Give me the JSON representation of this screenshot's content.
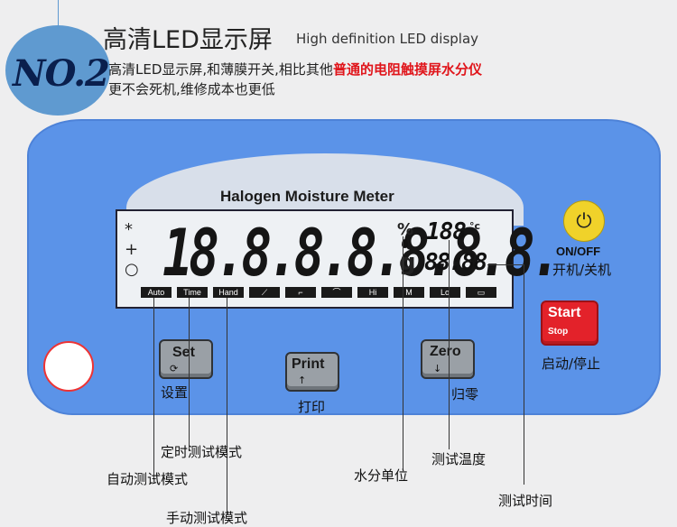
{
  "header": {
    "badge": "NO.2",
    "title_cn": "高清LED显示屏",
    "title_en": "High definition LED display",
    "desc_part1": "高清LED显示屏,和薄膜开关,相比其他",
    "desc_highlight": "普通的电阻触摸屏水分仪",
    "desc_part2": "更不会死机,维修成本也更低"
  },
  "panel": {
    "title": "Halogen Moisture Meter",
    "digits": "18.8.8.8.8.8.8.",
    "percent": "%",
    "gram": "g",
    "temperature": "188",
    "temp_unit": "°c",
    "timer": "88:88",
    "icons": [
      "*",
      "+",
      "○"
    ],
    "modes": [
      "Auto",
      "Time",
      "Hand",
      "",
      "",
      "",
      "Hi",
      "M",
      "Lo",
      ""
    ]
  },
  "buttons": {
    "power_symbol": "⏻",
    "onoff_en": "ON/OFF",
    "onoff_cn": "开机/关机",
    "start": "Start",
    "stop": "Stop",
    "start_cn": "启动/停止",
    "set": "Set",
    "set_symbol": "⟳",
    "set_cn": "设置",
    "print": "Print",
    "print_symbol": "↑",
    "print_cn": "打印",
    "zero": "Zero",
    "zero_symbol": "↓",
    "zero_cn": "归零"
  },
  "callouts": {
    "timed": "定时测试模式",
    "auto": "自动测试模式",
    "manual": "手动测试模式",
    "moisture_unit": "水分单位",
    "temperature": "测试温度",
    "time": "测试时间"
  },
  "colors": {
    "panel": "#5b93e8",
    "highlight": "#e0151b",
    "power": "#f0d22a",
    "start": "#e3222a"
  }
}
